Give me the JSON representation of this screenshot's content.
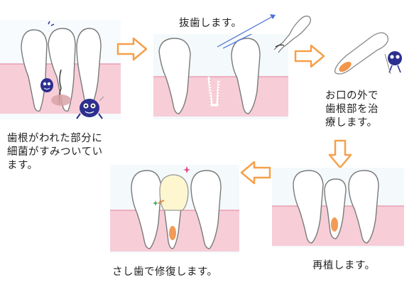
{
  "steps": [
    {
      "caption": "歯根がわれた部分に\n細菌がすみついてい\nます。"
    },
    {
      "caption": "抜歯します。"
    },
    {
      "caption": "お口の外で\n歯根部を治\n療します。"
    },
    {
      "caption": "再植します。"
    },
    {
      "caption": "さし歯で修復します。"
    }
  ],
  "colors": {
    "gum": "#f7cdd8",
    "gum_edge": "#ea9fb4",
    "tooth_outline": "#7a7a7a",
    "arrow": "#f5a04a",
    "infection": "#d9a3a6",
    "bacteria": "#2b2f8f",
    "treatment_glow": "#f08a3a",
    "extraction_line": "#4a6fd6"
  },
  "icons": [
    "bacteria-icon",
    "extraction-forceps-icon",
    "arrow-right-icon",
    "arrow-down-icon",
    "arrow-left-icon",
    "sparkle-icon"
  ]
}
